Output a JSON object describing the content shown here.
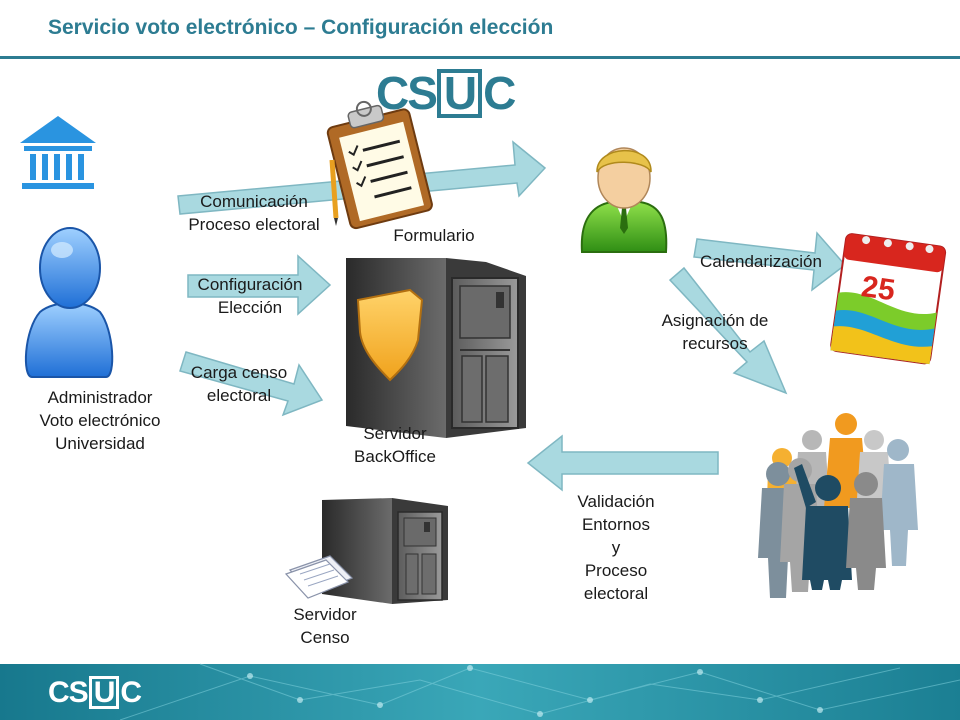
{
  "title": "Servicio voto electrónico – Configuración elección",
  "logo": {
    "before": "CS",
    "boxed": "U",
    "after": "C"
  },
  "colors": {
    "accent": "#2d7c92",
    "arrow_fill": "#a9d9e0",
    "arrow_stroke": "#7fb7c2",
    "footer": "#1f7f93"
  },
  "icons": {
    "institution": "university-building-icon",
    "admin": "admin-person-icon",
    "form": "clipboard-form-icon",
    "csuc_user": "green-person-icon",
    "server_backoffice": "server-shield-icon",
    "server_censo": "server-icon",
    "calendar": "calendar-icon",
    "group": "people-group-icon",
    "documents": "documents-icon"
  },
  "labels": {
    "admin": [
      "Administrador",
      "Voto electrónico",
      "Universidad"
    ],
    "comunicacion": [
      "Comunicación",
      "Proceso electoral"
    ],
    "formulario": [
      "Formulario"
    ],
    "configuracion": [
      "Configuración",
      "Elección"
    ],
    "carga": [
      "Carga censo",
      "electoral"
    ],
    "servidor_backoffice": [
      "Servidor",
      "BackOffice"
    ],
    "servidor_censo": [
      "Servidor",
      "Censo"
    ],
    "calendarizacion": [
      "Calendarización"
    ],
    "asignacion": [
      "Asignación de",
      "recursos"
    ],
    "validacion": [
      "Validación",
      "Entornos",
      "y",
      "Proceso",
      "electoral"
    ],
    "calendar_day": "25"
  }
}
